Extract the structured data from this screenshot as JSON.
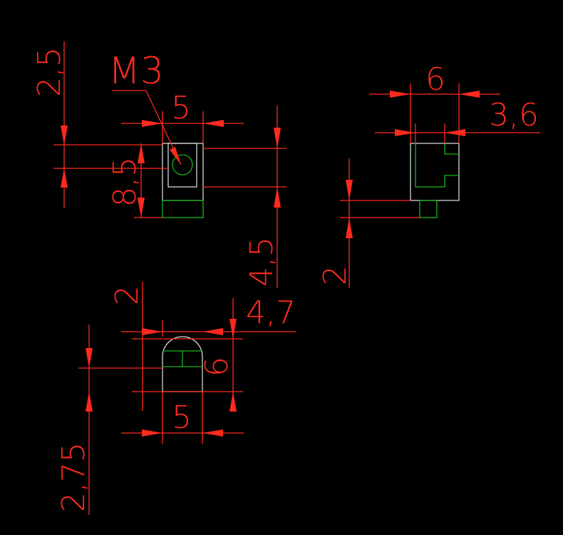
{
  "colors": {
    "background": "#000000",
    "dimension": "#ff2a1f",
    "outline": "#e6e6e6",
    "feature": "#18b51d"
  },
  "labels": {
    "front": {
      "thread": "M3",
      "dim_2_5": "2,5",
      "dim_5": "5",
      "dim_8_5": "8,5",
      "dim_4_5": "4,5"
    },
    "side": {
      "dim_6": "6",
      "dim_3_6": "3,6",
      "dim_2": "2"
    },
    "top": {
      "dim_2": "2",
      "dim_4_7": "4,7",
      "dim_6": "6",
      "dim_5": "5",
      "dim_2_75": "2,75"
    }
  }
}
